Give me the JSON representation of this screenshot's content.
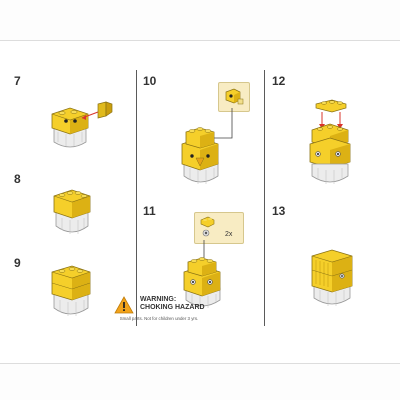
{
  "steps": [
    {
      "number": "7"
    },
    {
      "number": "8"
    },
    {
      "number": "9"
    },
    {
      "number": "10"
    },
    {
      "number": "11",
      "callout_quantity": "2x"
    },
    {
      "number": "12"
    },
    {
      "number": "13"
    }
  ],
  "warning": {
    "title_line1": "WARNING:",
    "title_line2": "CHOKING HAZARD",
    "subtitle": "Small parts. Not for children under 3 yrs."
  },
  "colors": {
    "brick_yellow": "#f5cf2a",
    "brick_shade": "#d9ad10",
    "white_part": "#e9e9e9",
    "callout_bg": "#f8ecc3",
    "arrow_red": "#d9342b"
  }
}
